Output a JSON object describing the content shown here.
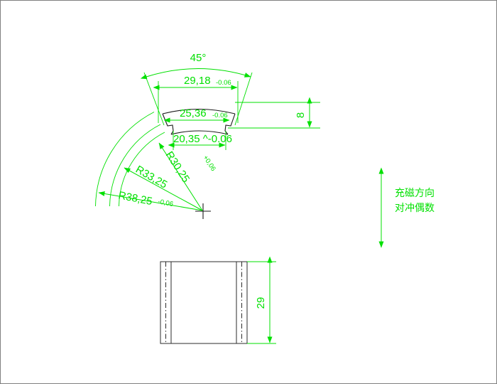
{
  "document": {
    "type": "cad-technical-drawing",
    "background_color": "#ffffff",
    "dimension_color": "#00e000",
    "geometry_color": "#1a1a1a",
    "border_color": "#808080"
  },
  "top_view": {
    "name": "arc-segment-magnet-profile",
    "angle_dimension": {
      "value": "45°",
      "label": "45",
      "symbol": "°"
    },
    "linear_dimensions": [
      {
        "id": "outer-chord",
        "value": "29,18",
        "tolerance": "-0.06"
      },
      {
        "id": "part-top-chord",
        "value": "25,36",
        "tolerance": "-0.06"
      },
      {
        "id": "part-bottom-chord",
        "value": "20,35 ^-0.06",
        "tolerance": ""
      },
      {
        "id": "thickness",
        "value": "8",
        "tolerance": ""
      }
    ],
    "radius_dimensions": [
      {
        "id": "inner-radius",
        "value": "R30,25",
        "tolerance": "+0,06"
      },
      {
        "id": "mid-radius",
        "value": "R33,25",
        "tolerance": ""
      },
      {
        "id": "outer-radius",
        "value": "R38,25",
        "tolerance": "-0,06"
      }
    ],
    "center_mark": "cross-hair"
  },
  "side_view": {
    "name": "side-elevation-rectangle",
    "height_dimension": {
      "id": "height",
      "value": "29",
      "tolerance": ""
    }
  },
  "notes": {
    "line1": "充磁方向",
    "line2": "对冲偶数",
    "arrow": "double-headed-vertical-arrow"
  }
}
